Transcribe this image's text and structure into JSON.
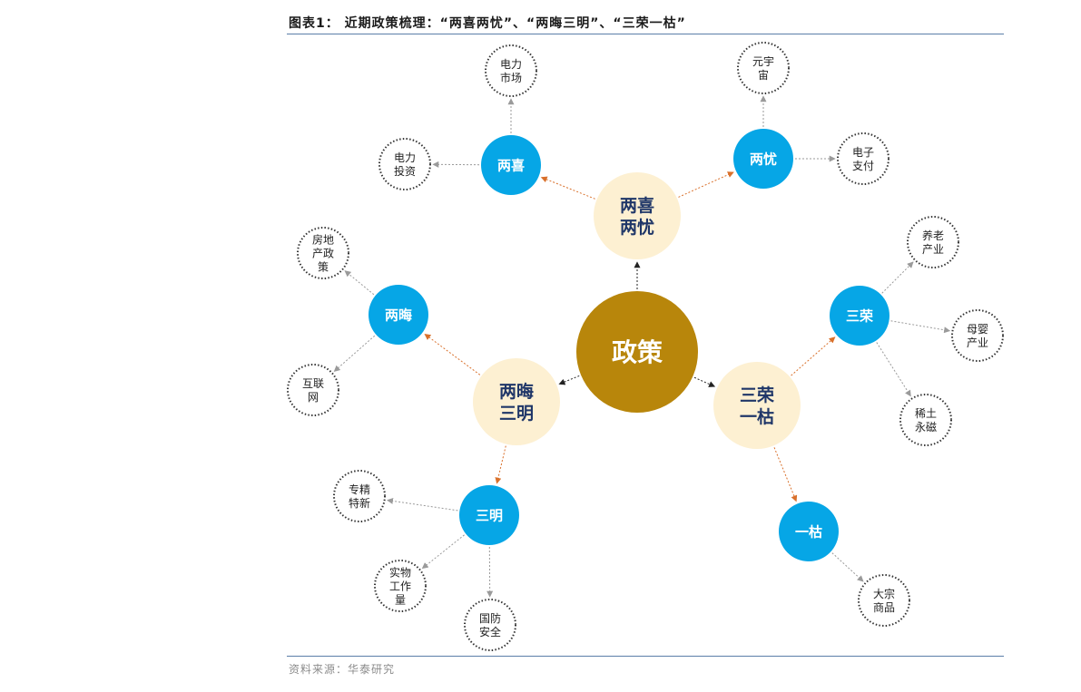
{
  "title": "图表1：  近期政策梳理：“两喜两忧”、“两晦三明”、“三荣一枯”",
  "source": "资料来源：华泰研究",
  "colors": {
    "center": "#b8860b",
    "mid": "#fdf0d2",
    "blue": "#06a6e6",
    "arrow_orange": "#d9702b",
    "arrow_gray": "#9a9a9a",
    "arrow_black": "#222222"
  },
  "center": {
    "label": "政策"
  },
  "groups": [
    {
      "label": [
        "两喜",
        "两忧"
      ],
      "children": [
        {
          "label": "两喜",
          "leaves": [
            [
              "电力",
              "市场"
            ],
            [
              "电力",
              "投资"
            ]
          ]
        },
        {
          "label": "两忧",
          "leaves": [
            [
              "元宇",
              "宙"
            ],
            [
              "电子",
              "支付"
            ]
          ]
        }
      ]
    },
    {
      "label": [
        "两晦",
        "三明"
      ],
      "children": [
        {
          "label": "两晦",
          "leaves": [
            [
              "房地",
              "产政",
              "策"
            ],
            [
              "互联",
              "网"
            ]
          ]
        },
        {
          "label": "三明",
          "leaves": [
            [
              "专精",
              "特新"
            ],
            [
              "实物",
              "工作",
              "量"
            ],
            [
              "国防",
              "安全"
            ]
          ]
        }
      ]
    },
    {
      "label": [
        "三荣",
        "一枯"
      ],
      "children": [
        {
          "label": "三荣",
          "leaves": [
            [
              "养老",
              "产业"
            ],
            [
              "母婴",
              "产业"
            ],
            [
              "稀土",
              "永磁"
            ]
          ]
        },
        {
          "label": "一枯",
          "leaves": [
            [
              "大宗",
              "商品"
            ]
          ]
        }
      ]
    }
  ]
}
